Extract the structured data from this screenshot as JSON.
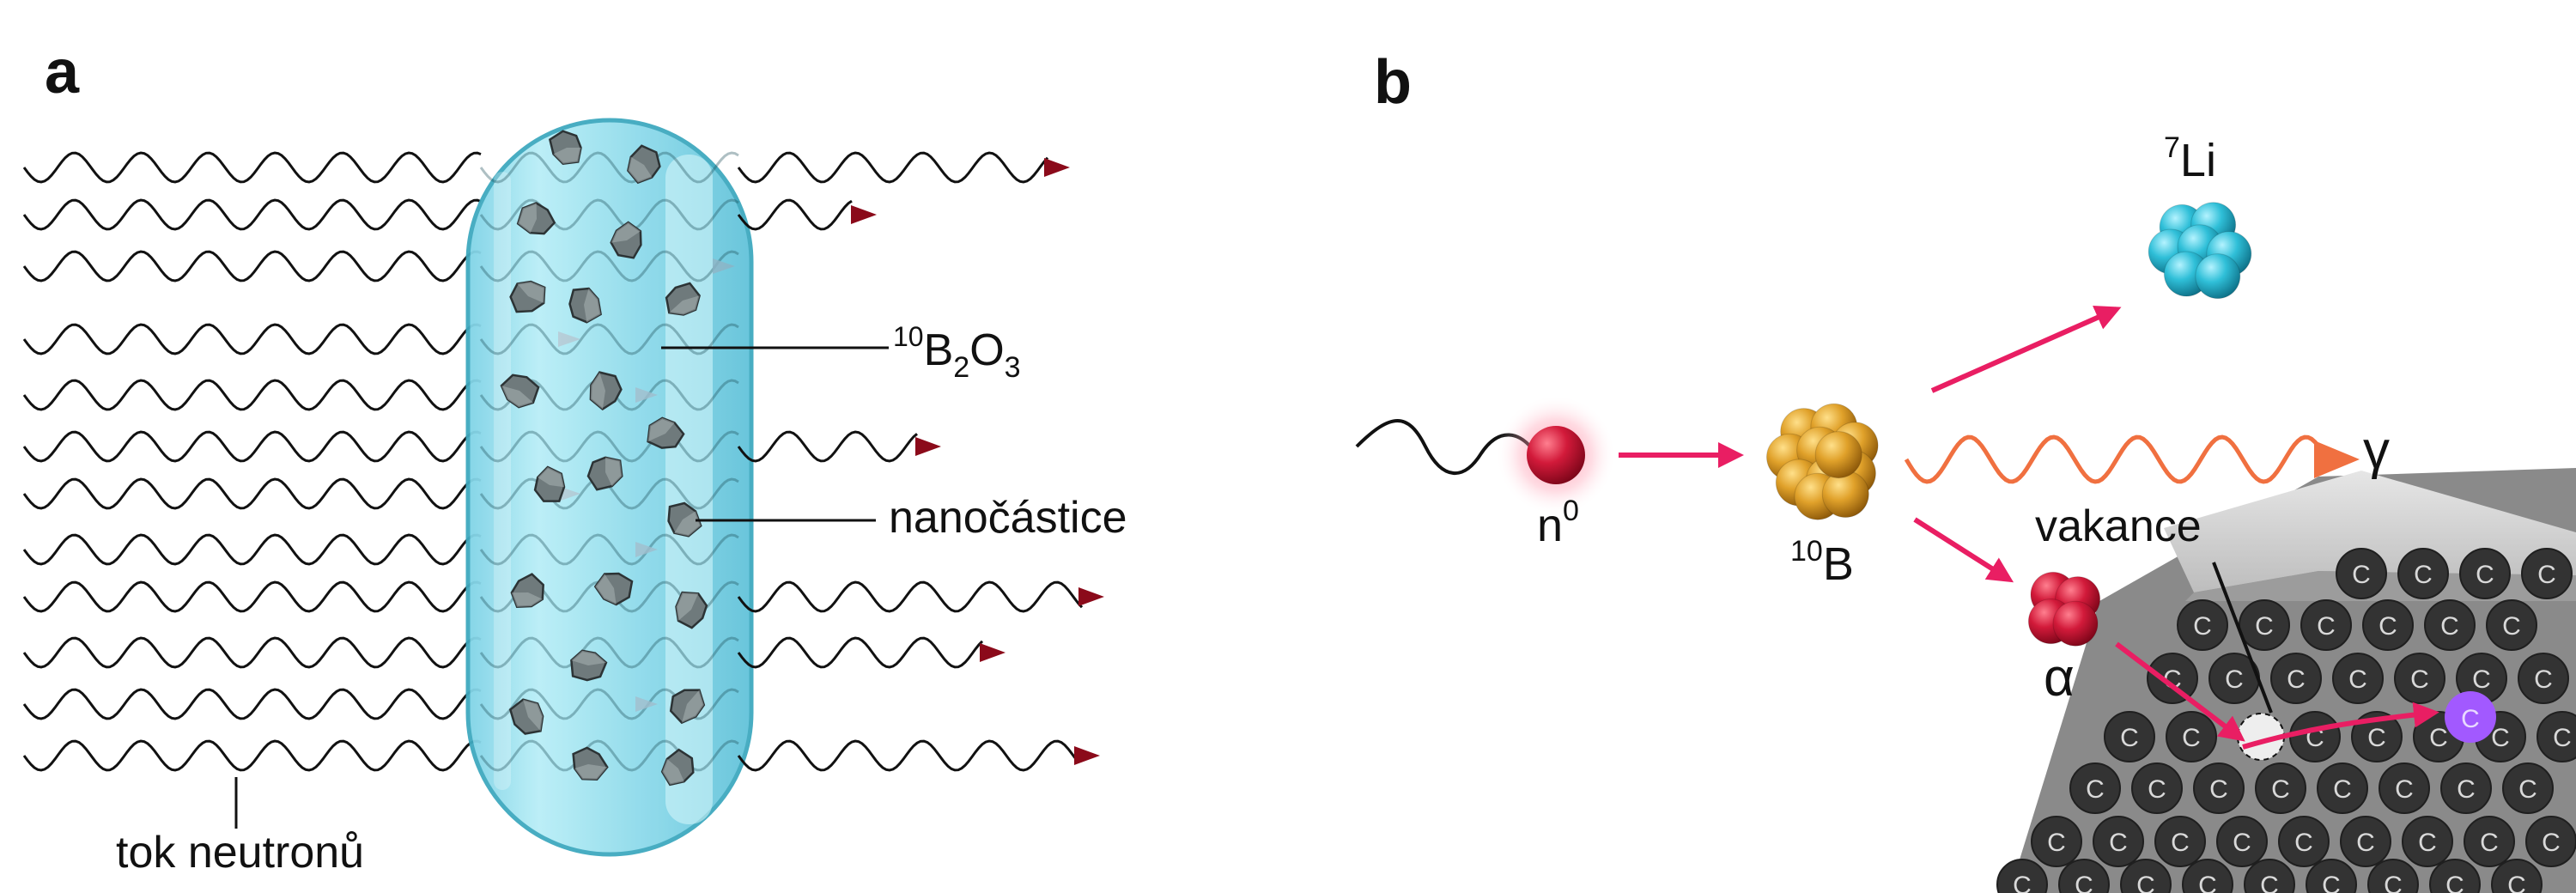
{
  "panel_a": {
    "letter": "a",
    "tube_label": {
      "sup": "10",
      "b": "B",
      "sub1": "2",
      "o": "O",
      "sub2": "3"
    },
    "nanoparticle_label": "nanočástice",
    "flux_label": "tok neutronů"
  },
  "panel_b": {
    "letter": "b",
    "neutron": {
      "symbol": "n",
      "sup": "0"
    },
    "boron": {
      "sup": "10",
      "symbol": "B"
    },
    "lithium": {
      "sup": "7",
      "symbol": "Li"
    },
    "gamma": "γ",
    "alpha": "α",
    "vacancy_label": "vakance",
    "carbon_atom": "C"
  },
  "colors": {
    "neutron": "#c8102e",
    "boron": "#d4921f",
    "lithium": "#29b6d0",
    "alpha": "#c8102e",
    "arrow": "#e91e63",
    "gamma_wave": "#f07040",
    "tube": "#9ee3f0",
    "carbon": "#333333",
    "displaced_atom": "#a259ff"
  }
}
